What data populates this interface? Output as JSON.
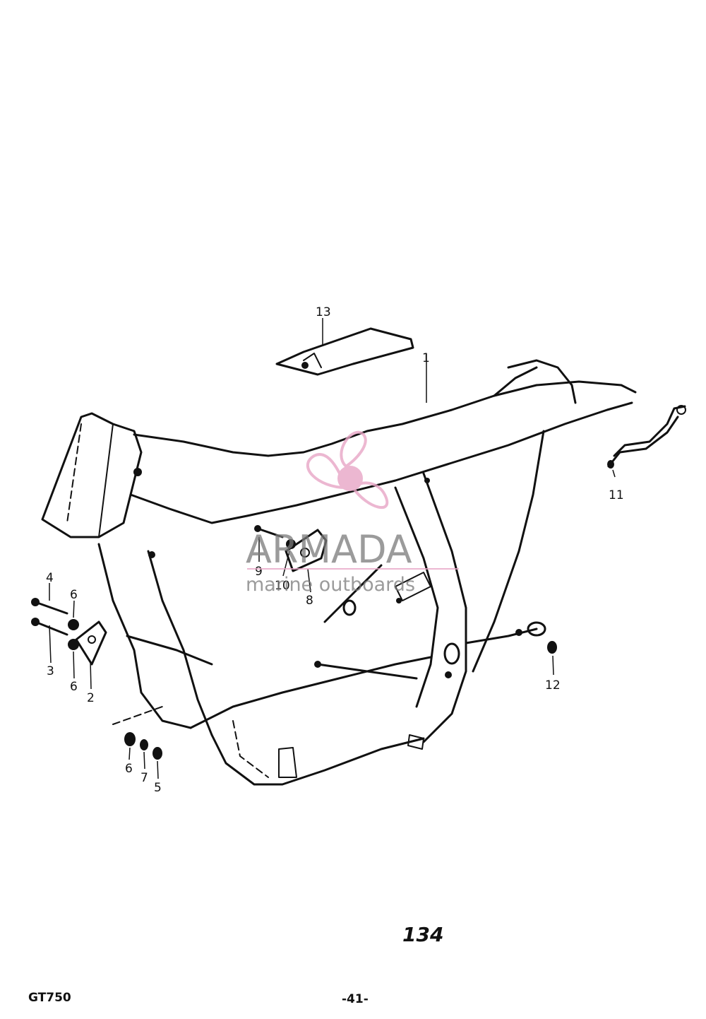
{
  "diagram": {
    "callouts": [
      {
        "id": "c13",
        "label": "13"
      },
      {
        "id": "c1",
        "label": "1"
      },
      {
        "id": "c11",
        "label": "11"
      },
      {
        "id": "c4",
        "label": "4"
      },
      {
        "id": "c6a",
        "label": "6"
      },
      {
        "id": "c3",
        "label": "3"
      },
      {
        "id": "c6b",
        "label": "6"
      },
      {
        "id": "c2",
        "label": "2"
      },
      {
        "id": "c9",
        "label": "9"
      },
      {
        "id": "c10",
        "label": "10"
      },
      {
        "id": "c8",
        "label": "8"
      },
      {
        "id": "c12",
        "label": "12"
      },
      {
        "id": "c6c",
        "label": "6"
      },
      {
        "id": "c7",
        "label": "7"
      },
      {
        "id": "c5",
        "label": "5"
      }
    ]
  },
  "watermark": {
    "brand": "ARMADA",
    "tagline": "marine outboards",
    "logo_color": "#e8a6c6"
  },
  "footer": {
    "model": "GT750",
    "page": "-41-",
    "diagram_number": "134"
  }
}
